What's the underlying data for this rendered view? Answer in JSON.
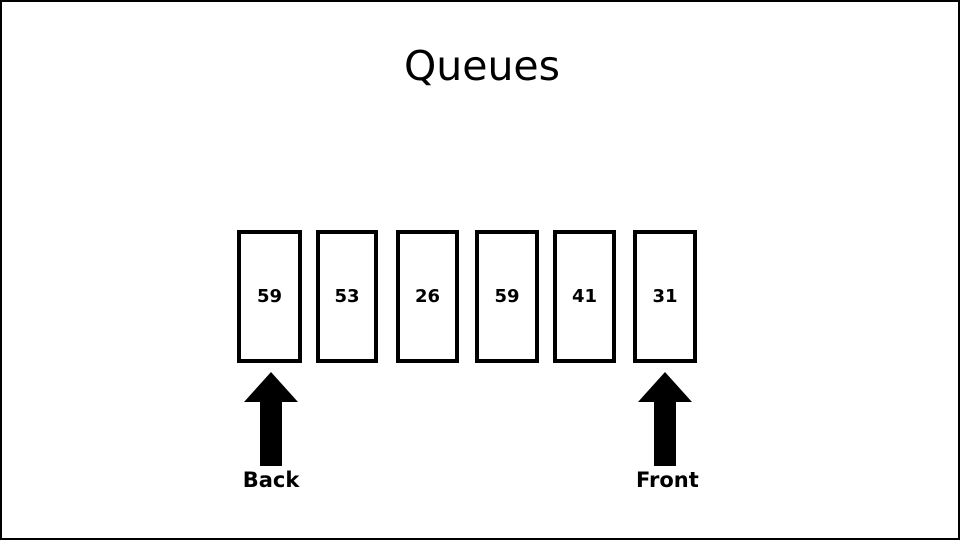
{
  "slide": {
    "title": "Queues",
    "background_color": "#ffffff",
    "border_color": "#000000",
    "ink_color": "#000000"
  },
  "queue": {
    "cells": [
      {
        "value": "59"
      },
      {
        "value": "53"
      },
      {
        "value": "26"
      },
      {
        "value": "59"
      },
      {
        "value": "41"
      },
      {
        "value": "31"
      }
    ]
  },
  "pointers": {
    "back": {
      "label": "Back",
      "icon": "arrow-up-icon",
      "target_cell_index": 0
    },
    "front": {
      "label": "Front",
      "icon": "arrow-up-icon",
      "target_cell_index": 5
    }
  }
}
